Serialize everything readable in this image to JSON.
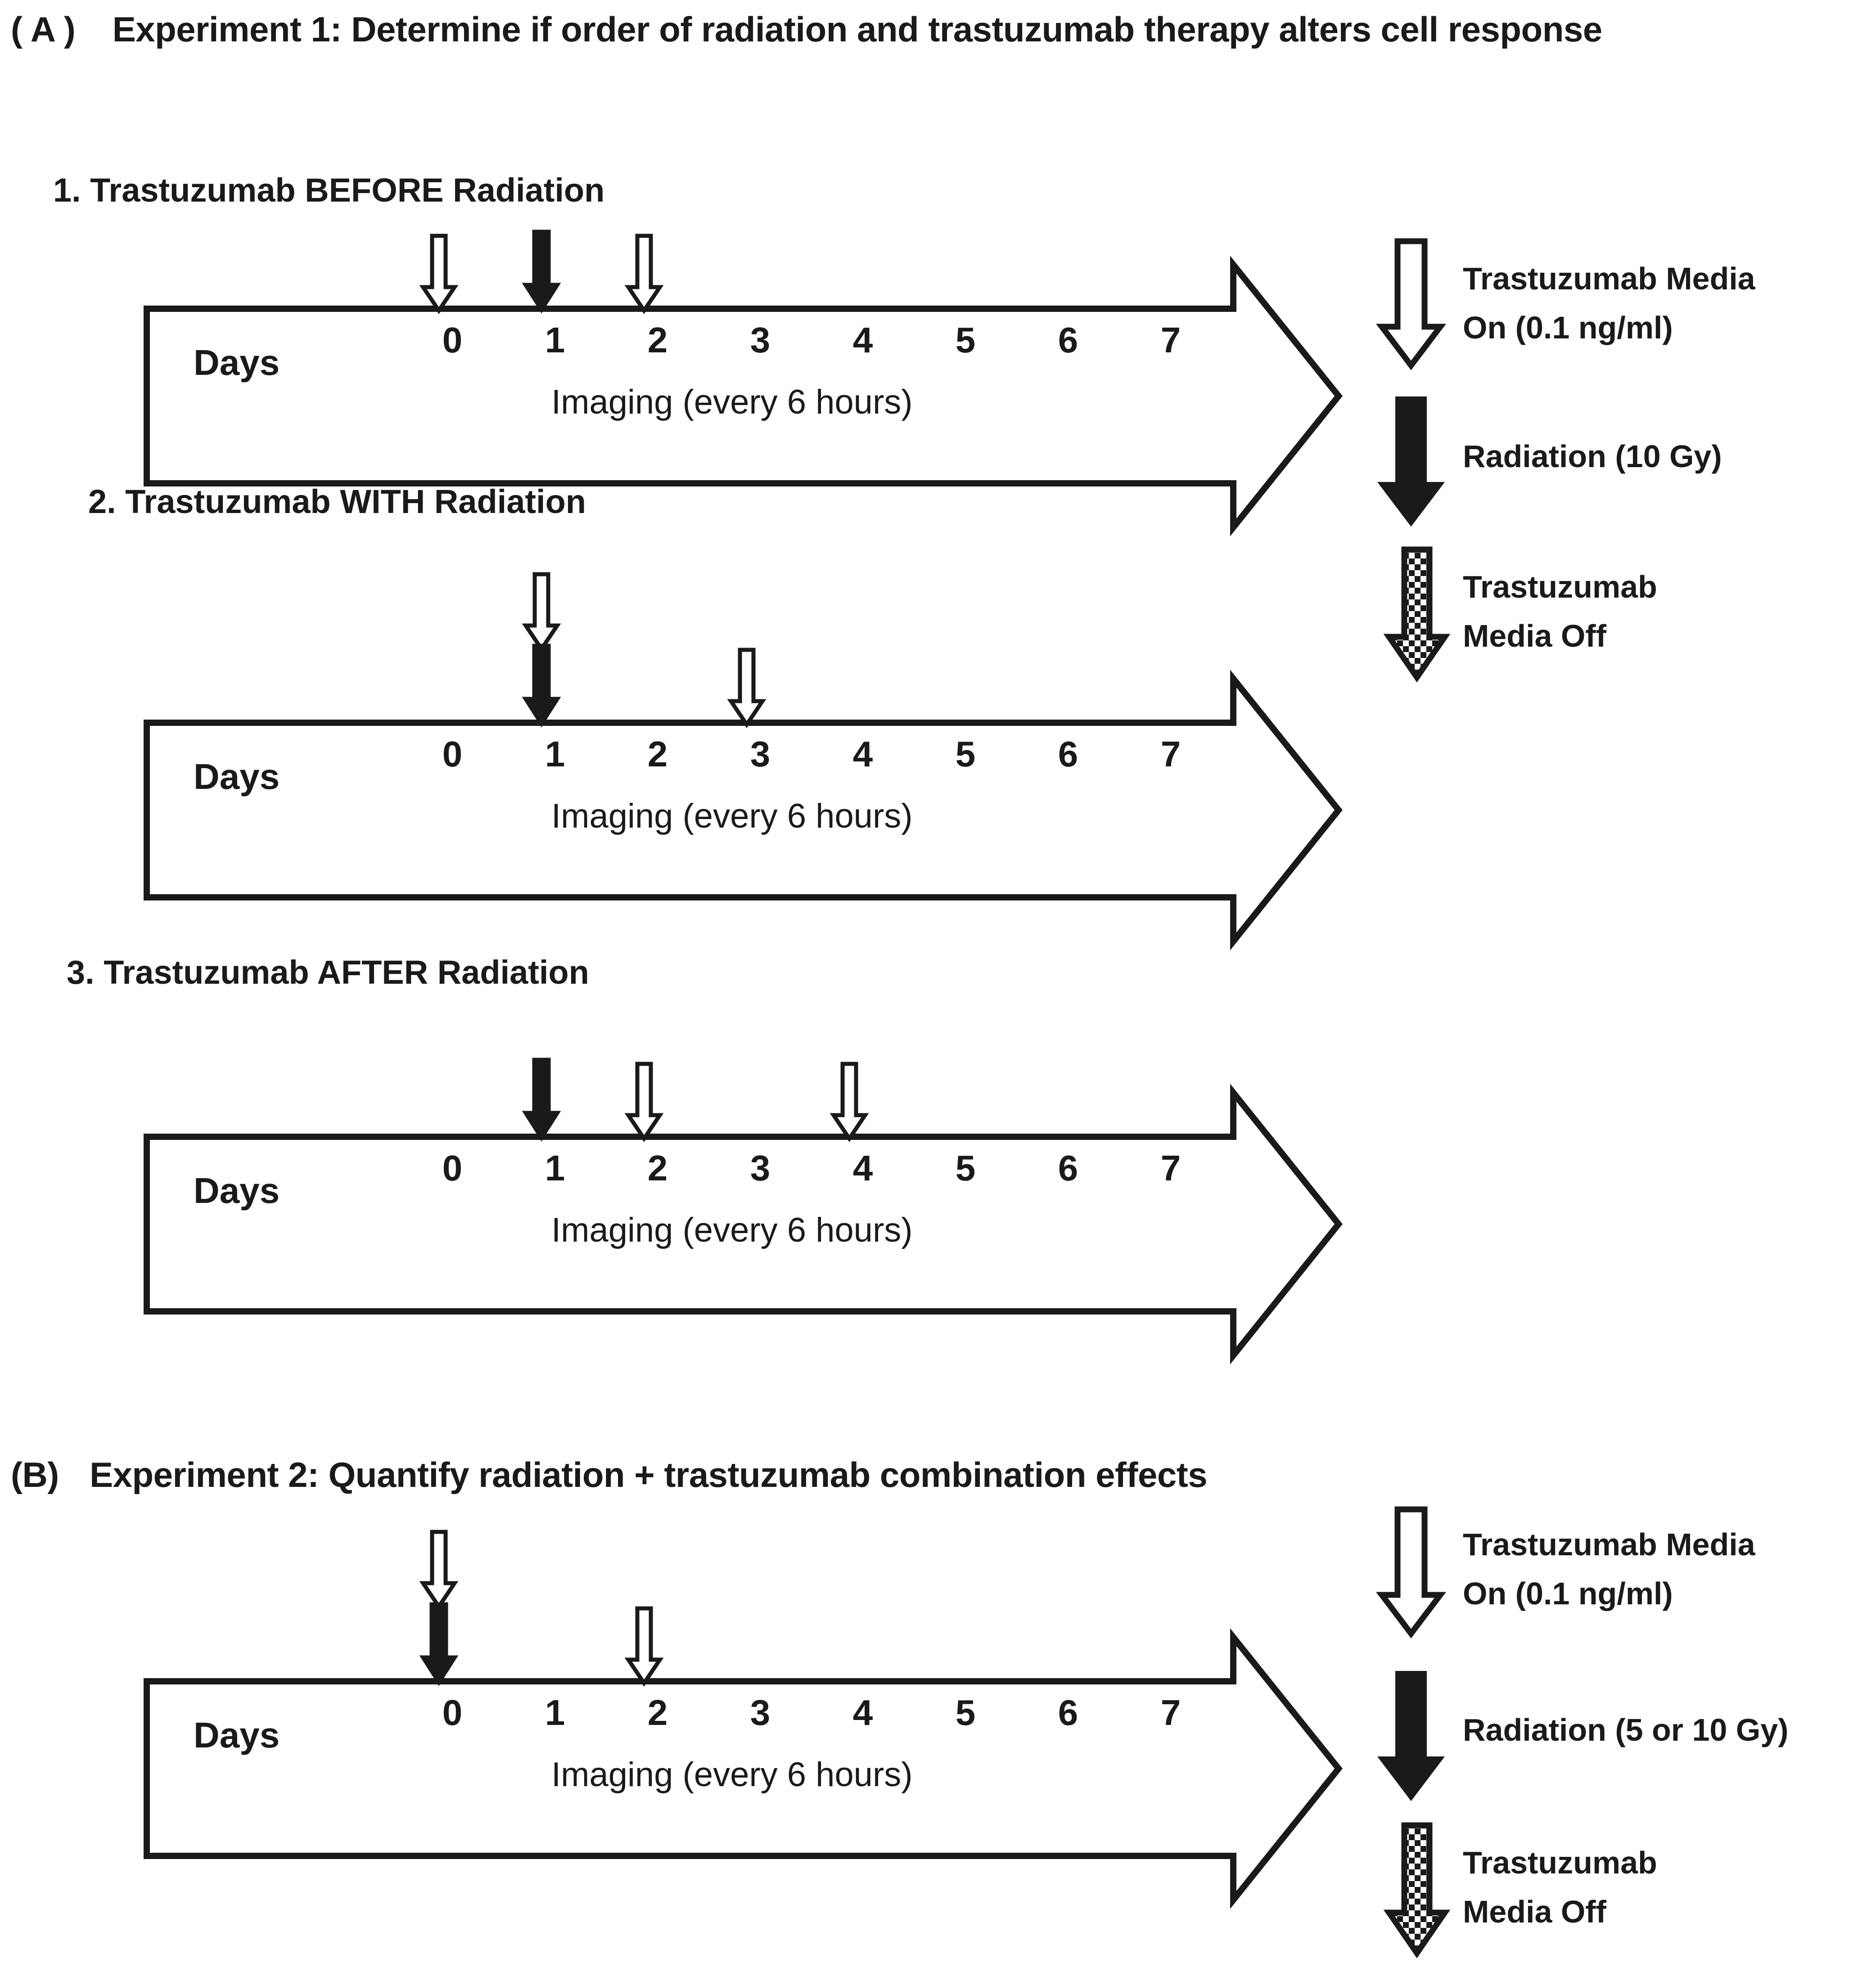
{
  "figure": {
    "panels": [
      {
        "id": "A",
        "tag": "( A )",
        "title": "Experiment 1: Determine if order of radiation and trastuzumab therapy alters cell response",
        "timelines": [
          {
            "id": "a1",
            "heading": "1. Trastuzumab BEFORE Radiation",
            "days_label": "Days",
            "day_ticks": [
              "0",
              "1",
              "2",
              "3",
              "4",
              "5",
              "6",
              "7"
            ],
            "imaging_note": "Imaging (every 6 hours)",
            "events": [
              {
                "kind": "trastuzumab-on",
                "day": 0,
                "style": "white",
                "tier": 0
              },
              {
                "kind": "radiation",
                "day": 1,
                "style": "black",
                "tier": 0
              },
              {
                "kind": "trastuzumab-off",
                "day": 2,
                "style": "white",
                "tier": 0
              }
            ]
          },
          {
            "id": "a2",
            "heading": "2. Trastuzumab WITH Radiation",
            "days_label": "Days",
            "day_ticks": [
              "0",
              "1",
              "2",
              "3",
              "4",
              "5",
              "6",
              "7"
            ],
            "imaging_note": "Imaging (every 6 hours)",
            "events": [
              {
                "kind": "trastuzumab-on",
                "day": 1,
                "style": "white",
                "tier": 1
              },
              {
                "kind": "radiation",
                "day": 1,
                "style": "black",
                "tier": 0
              },
              {
                "kind": "trastuzumab-off",
                "day": 3,
                "style": "white",
                "tier": 0
              }
            ]
          },
          {
            "id": "a3",
            "heading": "3. Trastuzumab AFTER Radiation",
            "days_label": "Days",
            "day_ticks": [
              "0",
              "1",
              "2",
              "3",
              "4",
              "5",
              "6",
              "7"
            ],
            "imaging_note": "Imaging (every 6 hours)",
            "events": [
              {
                "kind": "radiation",
                "day": 1,
                "style": "black",
                "tier": 0
              },
              {
                "kind": "trastuzumab-on",
                "day": 2,
                "style": "white",
                "tier": 0
              },
              {
                "kind": "trastuzumab-off",
                "day": 4,
                "style": "white",
                "tier": 0
              }
            ]
          }
        ],
        "legend": [
          {
            "style": "white",
            "lines": [
              "Trastuzumab Media",
              "On (0.1 ng/ml)"
            ]
          },
          {
            "style": "black",
            "lines": [
              "Radiation (10 Gy)"
            ]
          },
          {
            "style": "checker",
            "lines": [
              "Trastuzumab",
              "Media Off"
            ]
          }
        ]
      },
      {
        "id": "B",
        "tag": "(B)",
        "title": "Experiment 2:  Quantify radiation + trastuzumab combination effects",
        "timelines": [
          {
            "id": "b1",
            "heading": "",
            "days_label": "Days",
            "day_ticks": [
              "0",
              "1",
              "2",
              "3",
              "4",
              "5",
              "6",
              "7"
            ],
            "imaging_note": "Imaging (every 6 hours)",
            "events": [
              {
                "kind": "trastuzumab-on",
                "day": 0,
                "style": "white",
                "tier": 1
              },
              {
                "kind": "radiation",
                "day": 0,
                "style": "black",
                "tier": 0
              },
              {
                "kind": "trastuzumab-off",
                "day": 2,
                "style": "white",
                "tier": 0
              }
            ]
          }
        ],
        "legend": [
          {
            "style": "white",
            "lines": [
              "Trastuzumab Media",
              "On (0.1 ng/ml)"
            ]
          },
          {
            "style": "black",
            "lines": [
              "Radiation (5 or 10 Gy)"
            ]
          },
          {
            "style": "checker",
            "lines": [
              "Trastuzumab",
              "Media Off"
            ]
          }
        ]
      }
    ],
    "colors": {
      "ink": "#1a1a1a",
      "paper": "#ffffff"
    }
  }
}
